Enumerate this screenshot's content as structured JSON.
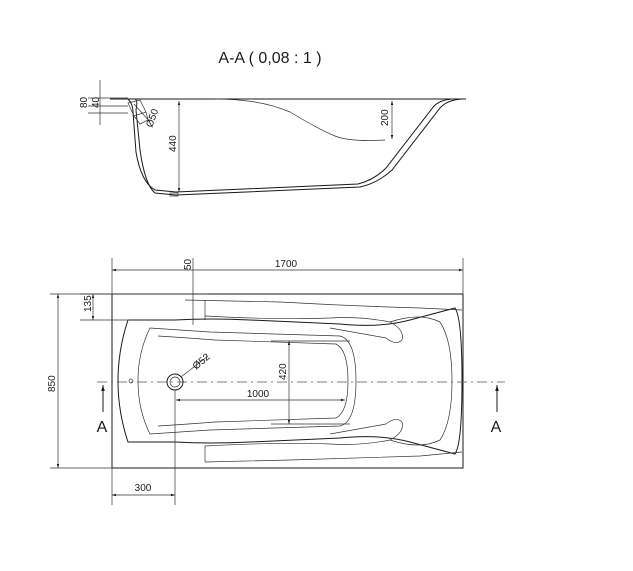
{
  "section_title": "A-A ( 0,08 : 1 )",
  "section_labels": {
    "left": "A",
    "right": "A"
  },
  "side_view_dims": {
    "rim_height": "80",
    "rim_thickness": "40",
    "drain": "Ø50",
    "depth": "440",
    "backrest": "200"
  },
  "top_view_dims": {
    "length": "1700",
    "offset_top": "50",
    "rim_top": "135",
    "width": "850",
    "drain_dia": "Ø52",
    "inner_length": "1000",
    "inner_width": "420",
    "drain_offset": "300"
  }
}
